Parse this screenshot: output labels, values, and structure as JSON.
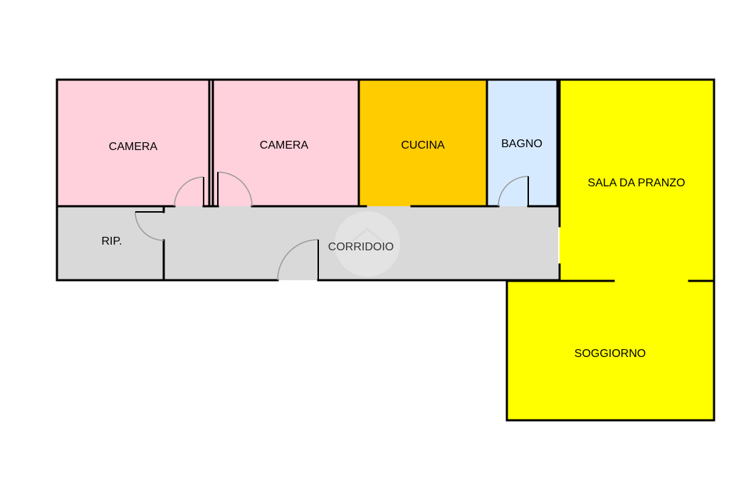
{
  "floor_plan": {
    "rooms": [
      {
        "id": "camera-1",
        "label": "CAMERA",
        "color": "#ffd1dc"
      },
      {
        "id": "camera-2",
        "label": "CAMERA",
        "color": "#ffd1dc"
      },
      {
        "id": "cucina",
        "label": "CUCINA",
        "color": "#ffcc00"
      },
      {
        "id": "bagno",
        "label": "BAGNO",
        "color": "#d6eaff"
      },
      {
        "id": "sala-da-pranzo",
        "label": "SALA DA PRANZO",
        "color": "#ffff00"
      },
      {
        "id": "ripostiglio",
        "label": "RIP.",
        "color": "#d9d9d9"
      },
      {
        "id": "corridoio",
        "label": "CORRIDOIO",
        "color": "#d9d9d9"
      },
      {
        "id": "soggiorno",
        "label": "SOGGIORNO",
        "color": "#ffff00"
      }
    ],
    "wall_color": "#000000",
    "door_color": "#9a9a9a"
  }
}
